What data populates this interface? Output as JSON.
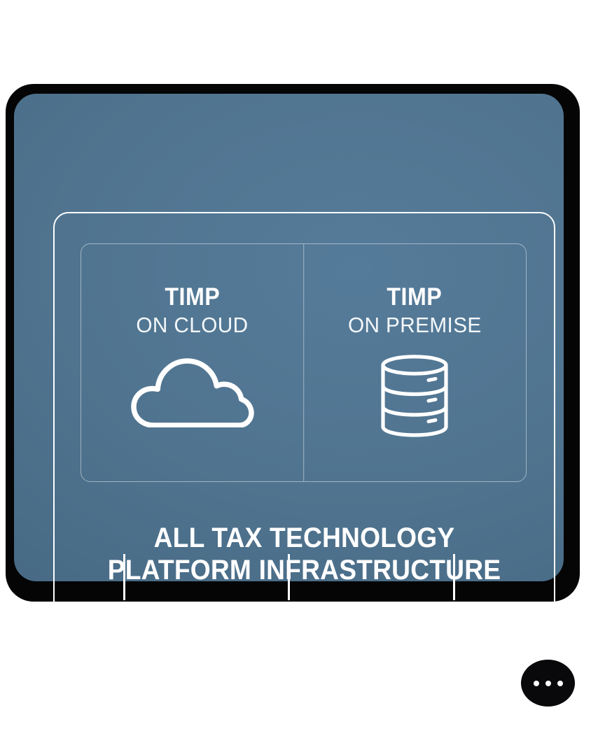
{
  "card": {
    "background_color": "#50748f",
    "shadow_color": "#050506",
    "border_color": "#fdfeff",
    "panel_border_color": "rgba(255,255,255,0.46)"
  },
  "options": [
    {
      "title": "TIMP",
      "subtitle": "ON CLOUD",
      "icon": "cloud-icon"
    },
    {
      "title": "TIMP",
      "subtitle": "ON PREMISE",
      "icon": "database-icon"
    }
  ],
  "headline": {
    "line1": "ALL TAX TECHNOLOGY",
    "line2": "PLATFORM INFRASTRUCTURE"
  },
  "connectors": {
    "count": 3,
    "positions": [
      176,
      411,
      647
    ]
  },
  "ellipsis_button": {
    "icon": "ellipsis-icon",
    "dots": 3,
    "color": "#09090b"
  }
}
